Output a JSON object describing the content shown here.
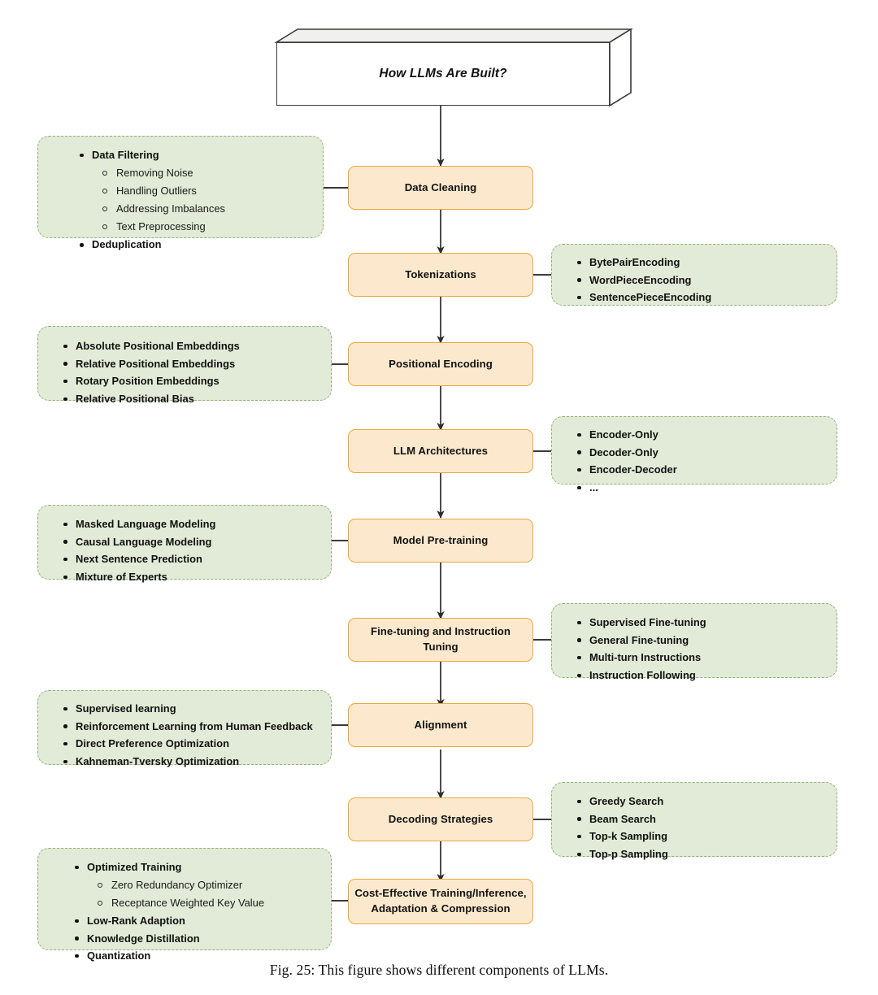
{
  "figure": {
    "title": "How LLMs Are Built?",
    "caption": "Fig. 25: This figure shows different components of LLMs."
  },
  "colors": {
    "stage_fill": "#fce9cd",
    "stage_border": "#e9a73c",
    "panel_fill": "#e1ebd7",
    "panel_border": "#93b178",
    "connector": "#3a3a3a",
    "title_border": "#3a3a3a",
    "text": "#121212"
  },
  "stages": [
    {
      "id": "data-cleaning",
      "label": "Data Cleaning",
      "side": "left"
    },
    {
      "id": "tokenizations",
      "label": "Tokenizations",
      "side": "right"
    },
    {
      "id": "positional-encoding",
      "label": "Positional Encoding",
      "side": "left"
    },
    {
      "id": "llm-architectures",
      "label": "LLM Architectures",
      "side": "right"
    },
    {
      "id": "model-pretraining",
      "label": "Model Pre-training",
      "side": "left"
    },
    {
      "id": "fine-tuning",
      "label": "Fine-tuning and Instruction Tuning",
      "side": "right"
    },
    {
      "id": "alignment",
      "label": "Alignment",
      "side": "left"
    },
    {
      "id": "decoding-strategies",
      "label": "Decoding Strategies",
      "side": "right"
    },
    {
      "id": "cost-effective",
      "label": "Cost-Effective Training/Inference,\nAdaptation & Compression",
      "side": "left"
    }
  ],
  "panels": [
    {
      "id": "data-cleaning-details",
      "side": "left",
      "items": [
        {
          "text": "Data Filtering",
          "level": 1
        },
        {
          "text": "Removing Noise",
          "level": 2
        },
        {
          "text": "Handling Outliers",
          "level": 2
        },
        {
          "text": "Addressing Imbalances",
          "level": 2
        },
        {
          "text": "Text Preprocessing",
          "level": 2
        },
        {
          "text": "Deduplication",
          "level": 1
        }
      ]
    },
    {
      "id": "tokenizations-details",
      "side": "right",
      "items": [
        {
          "text": "BytePairEncoding",
          "level": 1
        },
        {
          "text": "WordPieceEncoding",
          "level": 1
        },
        {
          "text": "SentencePieceEncoding",
          "level": 1
        }
      ]
    },
    {
      "id": "positional-encoding-details",
      "side": "left",
      "items": [
        {
          "text": "Absolute Positional Embeddings",
          "level": 1
        },
        {
          "text": "Relative Positional Embeddings",
          "level": 1
        },
        {
          "text": "Rotary Position Embeddings",
          "level": 1
        },
        {
          "text": "Relative Positional Bias",
          "level": 1
        }
      ]
    },
    {
      "id": "llm-architectures-details",
      "side": "right",
      "items": [
        {
          "text": "Encoder-Only",
          "level": 1
        },
        {
          "text": "Decoder-Only",
          "level": 1
        },
        {
          "text": "Encoder-Decoder",
          "level": 1
        },
        {
          "text": "...",
          "level": 1
        }
      ]
    },
    {
      "id": "model-pretraining-details",
      "side": "left",
      "items": [
        {
          "text": "Masked Language Modeling",
          "level": 1
        },
        {
          "text": "Causal Language Modeling",
          "level": 1
        },
        {
          "text": "Next Sentence Prediction",
          "level": 1
        },
        {
          "text": "Mixture of Experts",
          "level": 1
        }
      ]
    },
    {
      "id": "fine-tuning-details",
      "side": "right",
      "items": [
        {
          "text": "Supervised Fine-tuning",
          "level": 1
        },
        {
          "text": "General Fine-tuning",
          "level": 1
        },
        {
          "text": "Multi-turn Instructions",
          "level": 1
        },
        {
          "text": "Instruction Following",
          "level": 1
        }
      ]
    },
    {
      "id": "alignment-details",
      "side": "left",
      "items": [
        {
          "text": "Supervised learning",
          "level": 1
        },
        {
          "text": "Reinforcement Learning from Human Feedback",
          "level": 1
        },
        {
          "text": "Direct Preference Optimization",
          "level": 1
        },
        {
          "text": "Kahneman-Tversky Optimization",
          "level": 1
        }
      ]
    },
    {
      "id": "decoding-strategies-details",
      "side": "right",
      "items": [
        {
          "text": "Greedy Search",
          "level": 1
        },
        {
          "text": "Beam Search",
          "level": 1
        },
        {
          "text": "Top-k Sampling",
          "level": 1
        },
        {
          "text": "Top-p Sampling",
          "level": 1
        }
      ]
    },
    {
      "id": "cost-effective-details",
      "side": "left",
      "items": [
        {
          "text": "Optimized Training",
          "level": 1
        },
        {
          "text": "Zero Redundancy Optimizer",
          "level": 2
        },
        {
          "text": "Receptance Weighted Key Value",
          "level": 2
        },
        {
          "text": "Low-Rank Adaption",
          "level": 1
        },
        {
          "text": "Knowledge Distillation",
          "level": 1
        },
        {
          "text": "Quantization",
          "level": 1
        }
      ]
    }
  ]
}
